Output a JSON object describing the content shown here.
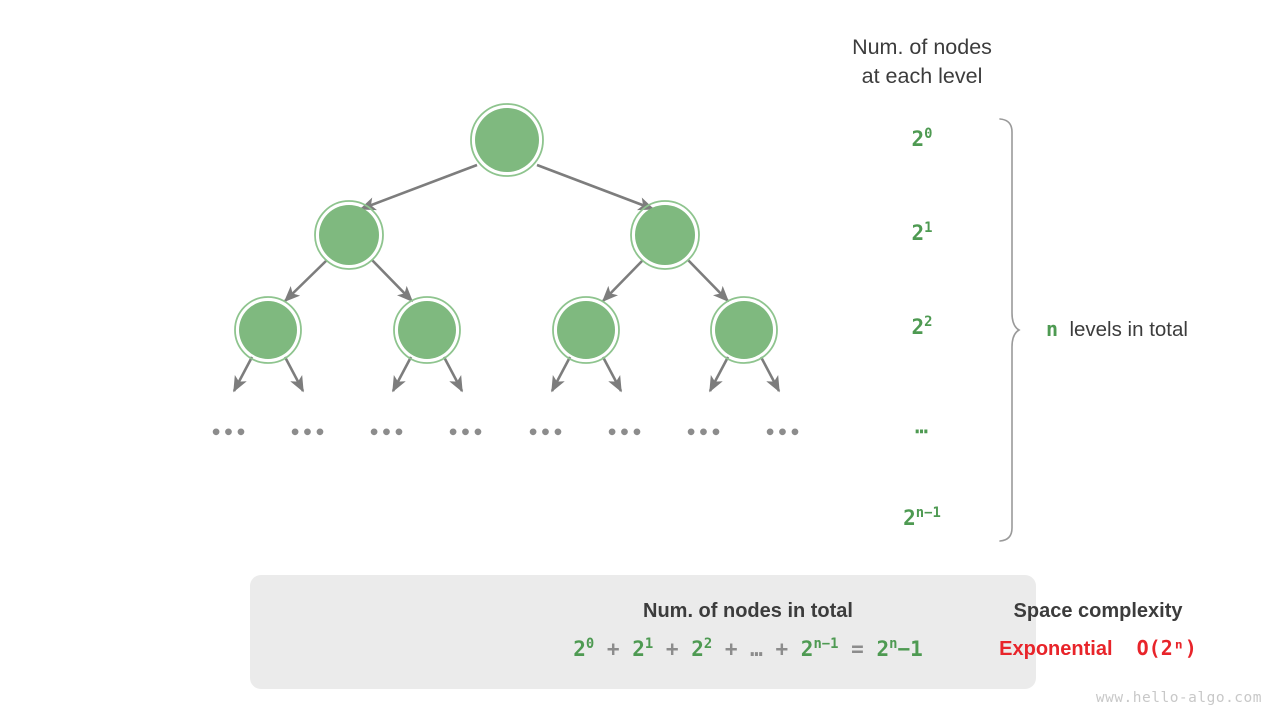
{
  "headers": {
    "nodes_per_level": "Num. of nodes\nat each level"
  },
  "level_labels": [
    {
      "base": "2",
      "exp": "0"
    },
    {
      "base": "2",
      "exp": "1"
    },
    {
      "base": "2",
      "exp": "2"
    },
    {
      "base": "⋯",
      "exp": ""
    },
    {
      "base": "2",
      "exp": "n−1"
    }
  ],
  "brace": {
    "variable": "n",
    "text": "levels in total"
  },
  "tree": {
    "ellipsis": "•••",
    "ellipsis_count": 8,
    "node_fill": "#7fb97f",
    "node_ring": "#8ec48e",
    "edge_color": "#7d7d7d"
  },
  "summary": {
    "total_nodes_title": "Num. of nodes in total",
    "space_complexity_title": "Space complexity",
    "formula": {
      "terms": [
        {
          "base": "2",
          "exp": "0"
        },
        {
          "base": "2",
          "exp": "1"
        },
        {
          "base": "2",
          "exp": "2"
        },
        {
          "base": "…",
          "exp": ""
        },
        {
          "base": "2",
          "exp": "n−1"
        }
      ],
      "plus": "+",
      "equals": "=",
      "result": {
        "base": "2",
        "exp": "n",
        "suffix": "−1"
      },
      "text": "2⁰ + 2¹ + 2² + … + 2ⁿ⁻¹ = 2ⁿ−1"
    },
    "complexity_label": "Exponential",
    "complexity_notation": "O(2ⁿ)",
    "arrow_color": "#c4c4c4"
  },
  "colors": {
    "green": "#4e9a52",
    "red": "#e8242a",
    "gray_text": "#3c3c3c",
    "panel_bg": "#ebebeb",
    "muted": "#8c8c8c"
  },
  "watermark": "www.hello-algo.com"
}
